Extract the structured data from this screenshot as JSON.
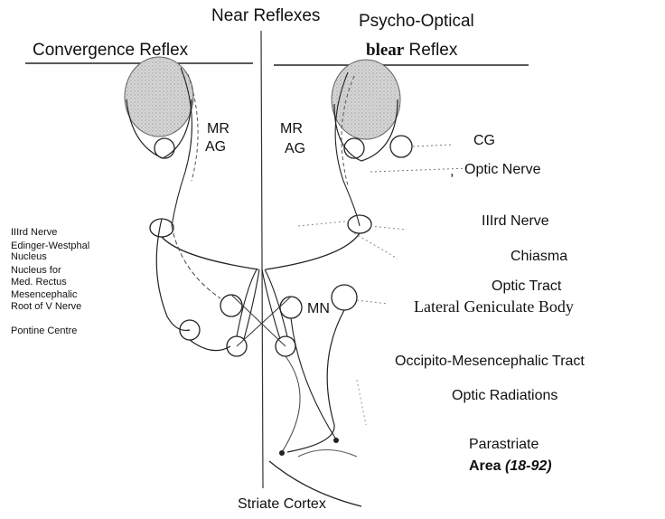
{
  "heading": {
    "near_reflexes": "Near Reflexes",
    "psycho_optical": "Psycho-Optical"
  },
  "left_panel": {
    "title": "Convergence Reflex"
  },
  "right_panel": {
    "title_bold": "blear",
    "title_rest": " Reflex"
  },
  "eye_labels": {
    "left_mr": "MR",
    "left_ag": "AG",
    "right_mr": "MR",
    "right_ag": "AG",
    "mn": "MN"
  },
  "left_labels": {
    "iiird_nerve": "IIIrd Nerve",
    "edinger_westphal_1": "Edinger-Westphal",
    "edinger_westphal_2": "Nucleus",
    "nucleus_for": "Nucleus for",
    "med_rectus": "Med. Rectus",
    "mesencephalic": "Mesencephalic",
    "root_of_v_nerve": "Root of V Nerve",
    "pontine_centre": "Pontine Centre"
  },
  "right_labels": {
    "cg": "CG",
    "comma": ",",
    "optic_nerve": "Optic Nerve",
    "iiird_nerve": "IIIrd Nerve",
    "chiasma": "Chiasma",
    "optic_tract": "Optic Tract",
    "lateral_geniculate": "Lateral Geniculate Body",
    "occipito": "Occipito-Mesencephalic Tract",
    "optic_radiations": "Optic Radiations",
    "parastriate": "Parastriate",
    "area_word": "Area",
    "area_code": "(18-92)"
  },
  "bottom": {
    "striate_cortex": "Striate Cortex"
  }
}
